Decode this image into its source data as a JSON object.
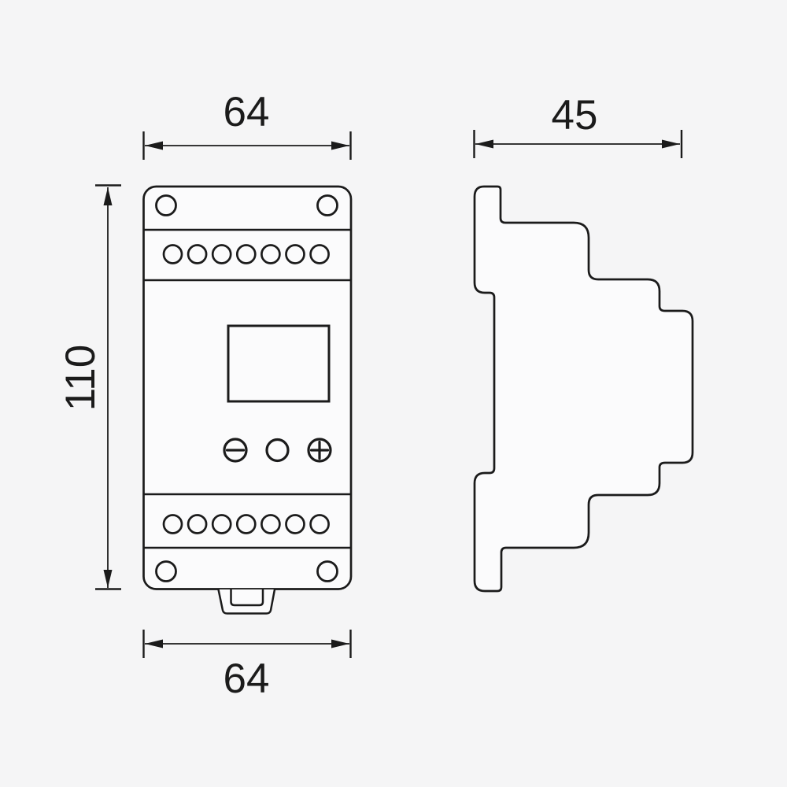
{
  "dimensions": {
    "front_width_top": "64",
    "front_width_bottom": "64",
    "front_height": "110",
    "side_depth": "45"
  },
  "front_view": {
    "terminals_per_row": 7,
    "terminal_rows": 2,
    "screw_holes": 4,
    "buttons": [
      {
        "name": "minus-button",
        "symbol": "−"
      },
      {
        "name": "middle-button",
        "symbol": ""
      },
      {
        "name": "plus-button",
        "symbol": "+"
      }
    ]
  },
  "colors": {
    "line": "#1b1b1b",
    "background": "#f5f5f6",
    "body_fill": "#fbfbfc"
  }
}
